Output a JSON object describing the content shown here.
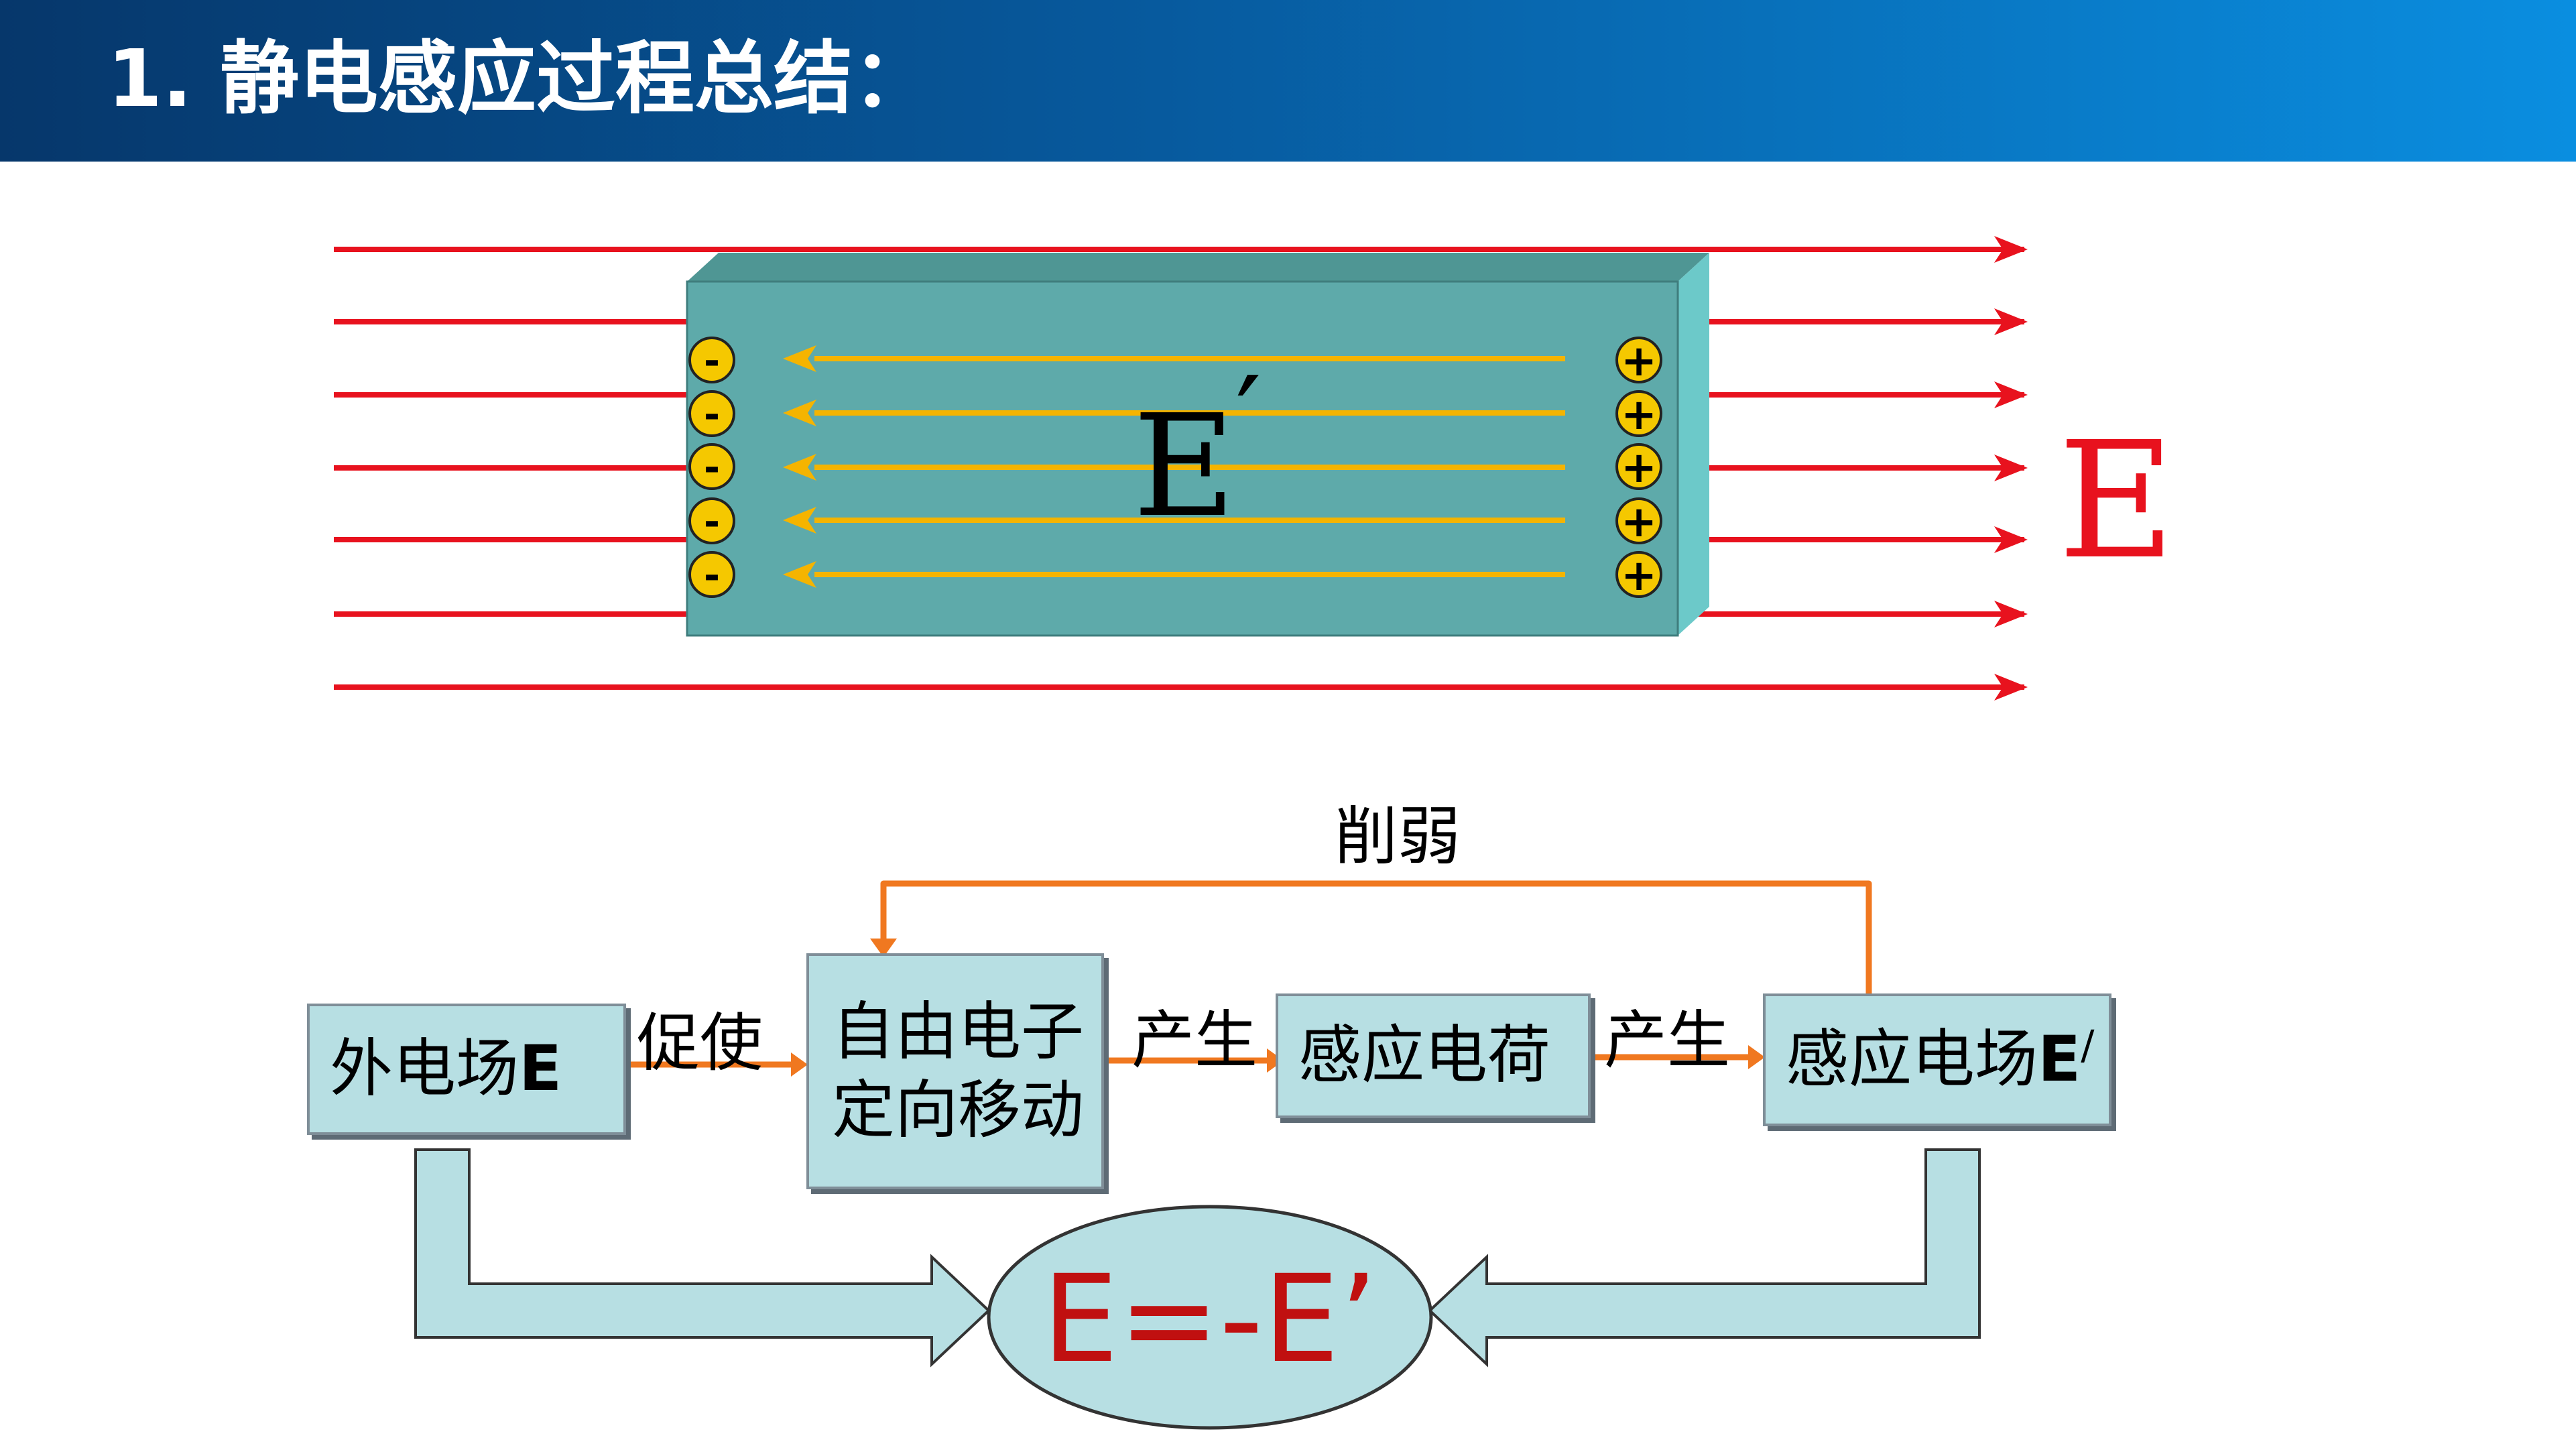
{
  "title": "1. 静电感应过程总结：",
  "field": {
    "external_label": "E",
    "induced_label_base": "E",
    "induced_label_prime": "′",
    "negative_sign": "-",
    "positive_sign": "+",
    "external_color": "#e8121e",
    "induced_color": "#f5b400",
    "slab_color": "#5eaaaa"
  },
  "flow": {
    "box1": {
      "text": "外电场",
      "suffix": "E"
    },
    "arrow1": "促使",
    "box2": {
      "line1": "自由电子",
      "line2": "定向移动"
    },
    "arrow2": "产生",
    "box3": {
      "text": "感应电荷"
    },
    "arrow3": "产生",
    "box4": {
      "text": "感应电场",
      "suffix": "E",
      "prime": "/"
    },
    "feedback": "削弱",
    "result": "E=-E’",
    "arrow_color": "#f07820",
    "box_color": "#b7dfe3",
    "result_color": "#c01010"
  }
}
